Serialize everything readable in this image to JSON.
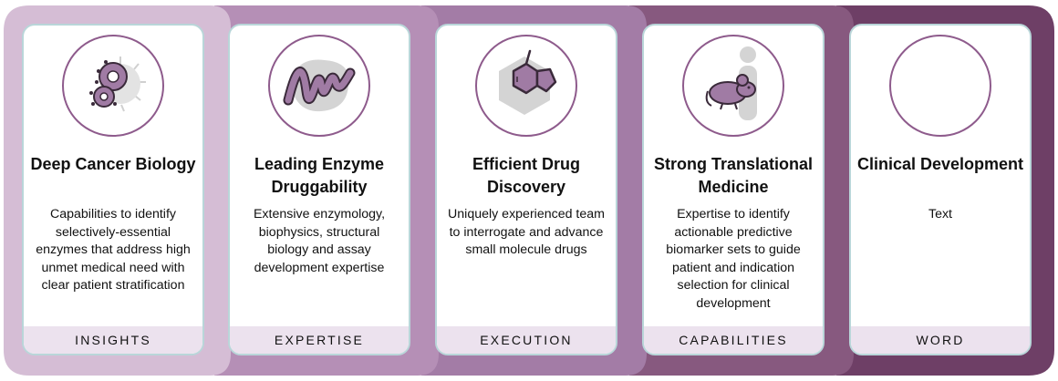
{
  "colors": {
    "chevrons": [
      "#d5bdd5",
      "#b58fb6",
      "#a37ca6",
      "#87597f",
      "#6e3f66"
    ],
    "card_border": "#b9d6d9",
    "footer_bg": "#ece2ee",
    "icon_circle": "#8e5b8c",
    "icon_fill": "#a07ba4",
    "icon_gray": "#d4d4d4"
  },
  "stages": [
    {
      "icon": "cancer-cell-icon",
      "title": "Deep Cancer Biology",
      "description": "Capabilities to identify selectively-essential enzymes that address high unmet medical need with clear patient stratification",
      "footer": "INSIGHTS"
    },
    {
      "icon": "protein-helix-icon",
      "title": "Leading Enzyme Druggability",
      "description": "Extensive enzymology, biophysics, structural biology and assay development expertise",
      "footer": "EXPERTISE"
    },
    {
      "icon": "molecule-icon",
      "title": "Efficient Drug Discovery",
      "description": "Uniquely experienced team to interrogate and advance small molecule drugs",
      "footer": "EXECUTION"
    },
    {
      "icon": "mouse-human-icon",
      "title": "Strong Translational Medicine",
      "description": "Expertise to identify actionable predictive biomarker sets to guide patient and indication selection for clinical development",
      "footer": "CAPABILITIES"
    },
    {
      "icon": "empty-circle-icon",
      "title": "Clinical Development",
      "description": "Text",
      "footer": "WORD"
    }
  ]
}
